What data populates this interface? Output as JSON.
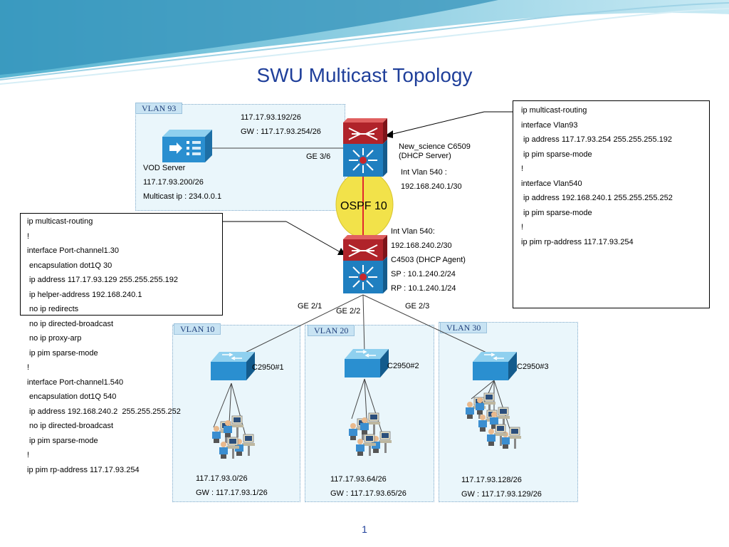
{
  "title": "SWU Multicast Topology",
  "page_number": "1",
  "vlans": {
    "vlan93": "VLAN 93",
    "vlan10": "VLAN 10",
    "vlan20": "VLAN 20",
    "vlan30": "VLAN 30"
  },
  "vod_server": {
    "name": "VOD Server",
    "ip": "117.17.93.200/26",
    "multicast": "Multicast ip : 234.0.0.1"
  },
  "vlan93_net": {
    "subnet": "117.17.93.192/26",
    "gw": "GW : 117.17.93.254/26"
  },
  "c6509": {
    "name": "New_science C6509",
    "role": "(DHCP Server)",
    "int_label": "Int Vlan 540 :",
    "int_ip": "192.168.240.1/30"
  },
  "c4503": {
    "int_label": "Int Vlan 540:",
    "int_ip": "192.168.240.2/30",
    "name": "C4503 (DHCP Agent)",
    "sp": "SP : 10.1.240.2/24",
    "rp": "RP : 10.1.240.1/24"
  },
  "ospf": "OSPF 10",
  "links": {
    "ge36": "GE 3/6",
    "ge21": "GE 2/1",
    "ge22": "GE 2/2",
    "ge23": "GE 2/3"
  },
  "switches": {
    "s1": "C2950#1",
    "s2": "C2950#2",
    "s3": "C2950#3"
  },
  "subnets": {
    "s1_net": "117.17.93.0/26",
    "s1_gw": "GW : 117.17.93.1/26",
    "s2_net": "117.17.93.64/26",
    "s2_gw": "GW : 117.17.93.65/26",
    "s3_net": "117.17.93.128/26",
    "s3_gw": "GW : 117.17.93.129/26"
  },
  "config_right": [
    "ip multicast-routing",
    "interface Vlan93",
    " ip address 117.17.93.254 255.255.255.192",
    " ip pim sparse-mode",
    "!",
    "interface Vlan540",
    " ip address 192.168.240.1 255.255.255.252",
    " ip pim sparse-mode",
    "!",
    "ip pim rp-address 117.17.93.254"
  ],
  "config_left": [
    "ip multicast-routing",
    "!",
    "interface Port-channel1.30",
    " encapsulation dot1Q 30",
    " ip address 117.17.93.129 255.255.255.192",
    " ip helper-address 192.168.240.1",
    " no ip redirects",
    " no ip directed-broadcast",
    " no ip proxy-arp",
    " ip pim sparse-mode",
    "!",
    "interface Port-channel1.540",
    " encapsulation dot1Q 540",
    " ip address 192.168.240.2  255.255.255.252",
    " no ip directed-broadcast",
    " ip pim sparse-mode",
    "!",
    "ip pim rp-address 117.17.93.254"
  ],
  "colors": {
    "title": "#1f3f9a",
    "router_red": "#b0232a",
    "router_blue": "#1f7fc0",
    "ospf_yellow": "#f2e24a",
    "switch_blue": "#2a8fd0"
  }
}
